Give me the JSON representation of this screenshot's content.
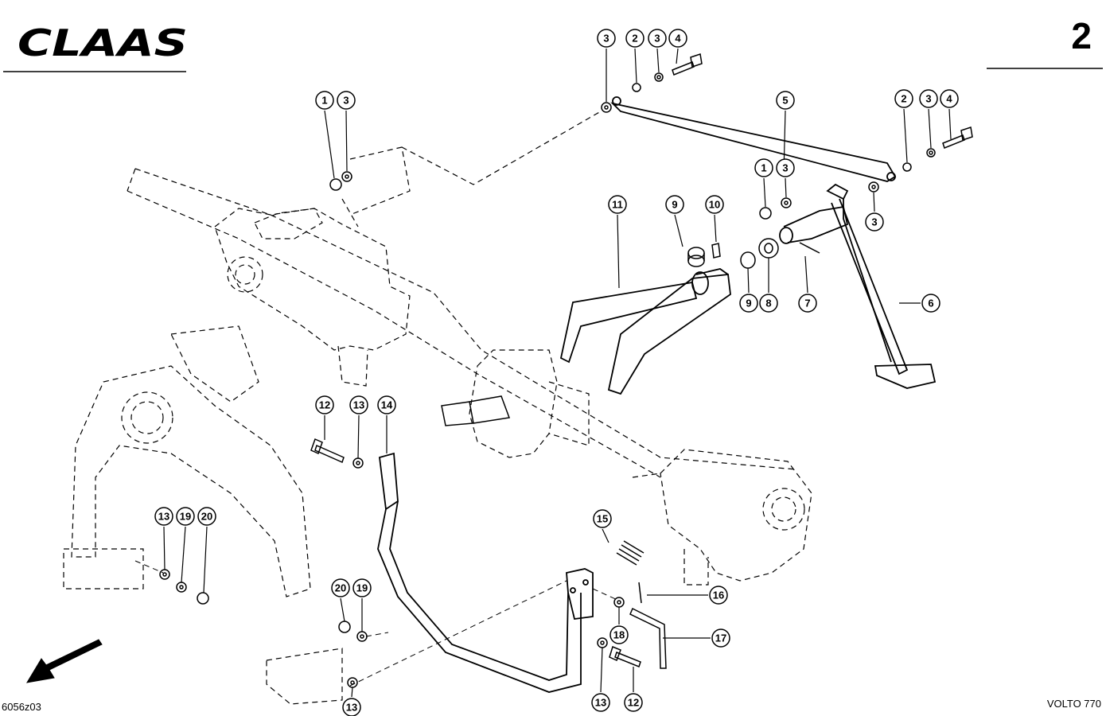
{
  "header": {
    "brand": "CLAAS",
    "page_number": "2"
  },
  "footer": {
    "drawing_id": "6056z03",
    "model": "VOLTO 770"
  },
  "callouts": [
    {
      "id": "c-3a",
      "label": "3"
    },
    {
      "id": "c-2a",
      "label": "2"
    },
    {
      "id": "c-3b",
      "label": "3"
    },
    {
      "id": "c-4a",
      "label": "4"
    },
    {
      "id": "c-1a",
      "label": "1"
    },
    {
      "id": "c-3c",
      "label": "3"
    },
    {
      "id": "c-5",
      "label": "5"
    },
    {
      "id": "c-2b",
      "label": "2"
    },
    {
      "id": "c-3d",
      "label": "3"
    },
    {
      "id": "c-4b",
      "label": "4"
    },
    {
      "id": "c-1b",
      "label": "1"
    },
    {
      "id": "c-3e",
      "label": "3"
    },
    {
      "id": "c-3f",
      "label": "3"
    },
    {
      "id": "c-11",
      "label": "11"
    },
    {
      "id": "c-9a",
      "label": "9"
    },
    {
      "id": "c-10",
      "label": "10"
    },
    {
      "id": "c-9b",
      "label": "9"
    },
    {
      "id": "c-8",
      "label": "8"
    },
    {
      "id": "c-7",
      "label": "7"
    },
    {
      "id": "c-6",
      "label": "6"
    },
    {
      "id": "c-12a",
      "label": "12"
    },
    {
      "id": "c-13a",
      "label": "13"
    },
    {
      "id": "c-14",
      "label": "14"
    },
    {
      "id": "c-13b",
      "label": "13"
    },
    {
      "id": "c-19a",
      "label": "19"
    },
    {
      "id": "c-20a",
      "label": "20"
    },
    {
      "id": "c-15",
      "label": "15"
    },
    {
      "id": "c-16",
      "label": "16"
    },
    {
      "id": "c-17",
      "label": "17"
    },
    {
      "id": "c-18",
      "label": "18"
    },
    {
      "id": "c-20b",
      "label": "20"
    },
    {
      "id": "c-19b",
      "label": "19"
    },
    {
      "id": "c-13c",
      "label": "13"
    },
    {
      "id": "c-13d",
      "label": "13"
    },
    {
      "id": "c-12b",
      "label": "12"
    }
  ]
}
